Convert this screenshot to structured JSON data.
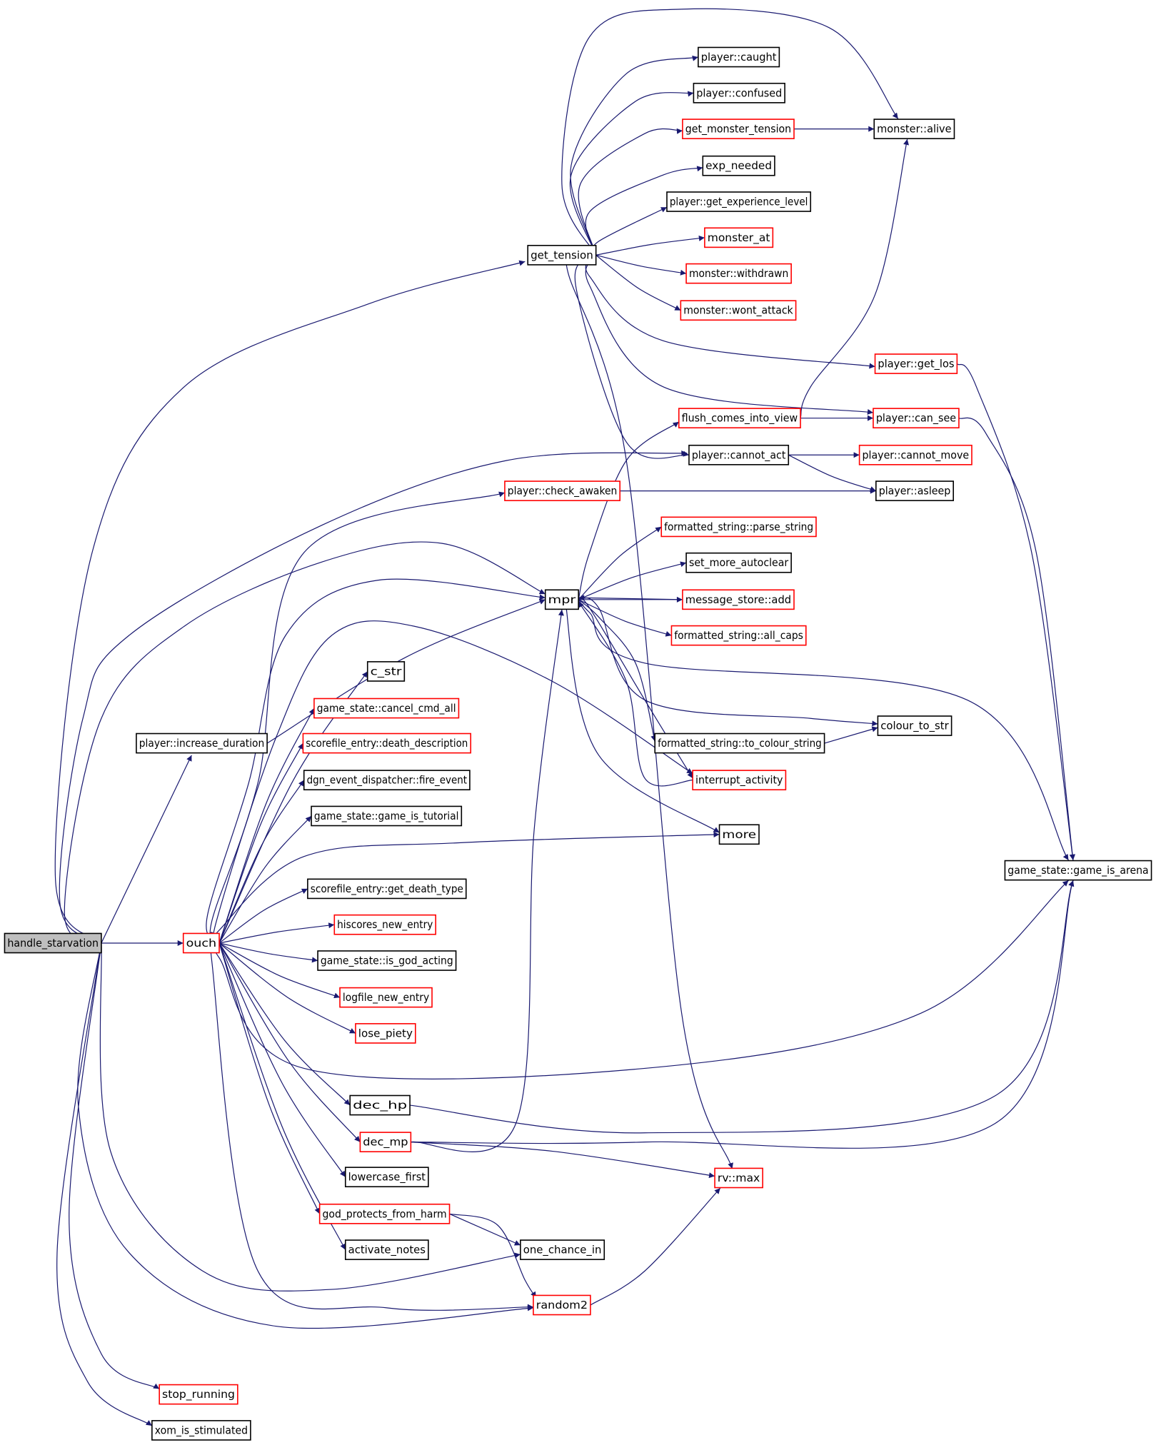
{
  "colors": {
    "edge": "#191970",
    "border_normal": "#000000",
    "border_red": "#ff0000",
    "root_fill": "#bfbfbf"
  },
  "nodes": [
    {
      "id": "handle_starvation",
      "label": "handle_starvation",
      "style": "root"
    },
    {
      "id": "get_tension",
      "label": "get_tension",
      "style": "black"
    },
    {
      "id": "player_increase_duration",
      "label": "player::increase_duration",
      "style": "black"
    },
    {
      "id": "ouch",
      "label": "ouch",
      "style": "red"
    },
    {
      "id": "stop_running",
      "label": "stop_running",
      "style": "red"
    },
    {
      "id": "xom_is_stimulated",
      "label": "xom_is_stimulated",
      "style": "black"
    },
    {
      "id": "player_caught",
      "label": "player::caught",
      "style": "black"
    },
    {
      "id": "player_confused",
      "label": "player::confused",
      "style": "black"
    },
    {
      "id": "get_monster_tension",
      "label": "get_monster_tension",
      "style": "red"
    },
    {
      "id": "monster_alive",
      "label": "monster::alive",
      "style": "black"
    },
    {
      "id": "exp_needed",
      "label": "exp_needed",
      "style": "black"
    },
    {
      "id": "player_get_experience_level",
      "label": "player::get_experience_level",
      "style": "black"
    },
    {
      "id": "monster_at",
      "label": "monster_at",
      "style": "red"
    },
    {
      "id": "monster_withdrawn",
      "label": "monster::withdrawn",
      "style": "red"
    },
    {
      "id": "monster_wont_attack",
      "label": "monster::wont_attack",
      "style": "red"
    },
    {
      "id": "player_get_los",
      "label": "player::get_los",
      "style": "red"
    },
    {
      "id": "flush_comes_into_view",
      "label": "flush_comes_into_view",
      "style": "red"
    },
    {
      "id": "player_can_see",
      "label": "player::can_see",
      "style": "red"
    },
    {
      "id": "player_cannot_act",
      "label": "player::cannot_act",
      "style": "black"
    },
    {
      "id": "player_cannot_move",
      "label": "player::cannot_move",
      "style": "red"
    },
    {
      "id": "player_check_awaken",
      "label": "player::check_awaken",
      "style": "red"
    },
    {
      "id": "player_asleep",
      "label": "player::asleep",
      "style": "black"
    },
    {
      "id": "formatted_string_parse_string",
      "label": "formatted_string::parse_string",
      "style": "red"
    },
    {
      "id": "set_more_autoclear",
      "label": "set_more_autoclear",
      "style": "black"
    },
    {
      "id": "mpr",
      "label": "mpr",
      "style": "black"
    },
    {
      "id": "message_store_add",
      "label": "message_store::add",
      "style": "red"
    },
    {
      "id": "formatted_string_all_caps",
      "label": "formatted_string::all_caps",
      "style": "red"
    },
    {
      "id": "c_str",
      "label": "c_str",
      "style": "black"
    },
    {
      "id": "game_state_cancel_cmd_all",
      "label": "game_state::cancel_cmd_all",
      "style": "red"
    },
    {
      "id": "colour_to_str",
      "label": "colour_to_str",
      "style": "black"
    },
    {
      "id": "scorefile_entry_death_description",
      "label": "scorefile_entry::death_description",
      "style": "red"
    },
    {
      "id": "formatted_string_to_colour_string",
      "label": "formatted_string::to_colour_string",
      "style": "black"
    },
    {
      "id": "dgn_event_dispatcher_fire_event",
      "label": "dgn_event_dispatcher::fire_event",
      "style": "black"
    },
    {
      "id": "interrupt_activity",
      "label": "interrupt_activity",
      "style": "red"
    },
    {
      "id": "game_state_game_is_tutorial",
      "label": "game_state::game_is_tutorial",
      "style": "black"
    },
    {
      "id": "more",
      "label": "more",
      "style": "black"
    },
    {
      "id": "game_state_game_is_arena",
      "label": "game_state::game_is_arena",
      "style": "black"
    },
    {
      "id": "scorefile_entry_get_death_type",
      "label": "scorefile_entry::get_death_type",
      "style": "black"
    },
    {
      "id": "hiscores_new_entry",
      "label": "hiscores_new_entry",
      "style": "red"
    },
    {
      "id": "game_state_is_god_acting",
      "label": "game_state::is_god_acting",
      "style": "black"
    },
    {
      "id": "logfile_new_entry",
      "label": "logfile_new_entry",
      "style": "red"
    },
    {
      "id": "lose_piety",
      "label": "lose_piety",
      "style": "red"
    },
    {
      "id": "dec_hp",
      "label": "dec_hp",
      "style": "black"
    },
    {
      "id": "dec_mp",
      "label": "dec_mp",
      "style": "red"
    },
    {
      "id": "rv_max",
      "label": "rv::max",
      "style": "red"
    },
    {
      "id": "lowercase_first",
      "label": "lowercase_first",
      "style": "black"
    },
    {
      "id": "god_protects_from_harm",
      "label": "god_protects_from_harm",
      "style": "red"
    },
    {
      "id": "activate_notes",
      "label": "activate_notes",
      "style": "black"
    },
    {
      "id": "one_chance_in",
      "label": "one_chance_in",
      "style": "black"
    },
    {
      "id": "random2",
      "label": "random2",
      "style": "red"
    }
  ],
  "edges": [
    [
      "handle_starvation",
      "get_tension"
    ],
    [
      "handle_starvation",
      "player_cannot_act"
    ],
    [
      "handle_starvation",
      "mpr"
    ],
    [
      "handle_starvation",
      "player_increase_duration"
    ],
    [
      "handle_starvation",
      "ouch"
    ],
    [
      "handle_starvation",
      "one_chance_in"
    ],
    [
      "handle_starvation",
      "random2"
    ],
    [
      "handle_starvation",
      "stop_running"
    ],
    [
      "handle_starvation",
      "xom_is_stimulated"
    ],
    [
      "get_tension",
      "player_caught"
    ],
    [
      "get_tension",
      "player_confused"
    ],
    [
      "get_tension",
      "get_monster_tension"
    ],
    [
      "get_tension",
      "monster_alive"
    ],
    [
      "get_tension",
      "exp_needed"
    ],
    [
      "get_tension",
      "player_get_experience_level"
    ],
    [
      "get_tension",
      "monster_at"
    ],
    [
      "get_tension",
      "monster_withdrawn"
    ],
    [
      "get_tension",
      "monster_wont_attack"
    ],
    [
      "get_tension",
      "player_get_los"
    ],
    [
      "get_tension",
      "player_can_see"
    ],
    [
      "get_tension",
      "player_cannot_act"
    ],
    [
      "get_tension",
      "rv_max"
    ],
    [
      "get_monster_tension",
      "monster_alive"
    ],
    [
      "flush_comes_into_view",
      "monster_alive"
    ],
    [
      "flush_comes_into_view",
      "player_can_see"
    ],
    [
      "player_cannot_act",
      "player_cannot_move"
    ],
    [
      "player_cannot_act",
      "player_asleep"
    ],
    [
      "player_check_awaken",
      "player_asleep"
    ],
    [
      "player_increase_duration",
      "mpr"
    ],
    [
      "mpr",
      "flush_comes_into_view"
    ],
    [
      "mpr",
      "formatted_string_parse_string"
    ],
    [
      "mpr",
      "set_more_autoclear"
    ],
    [
      "mpr",
      "message_store_add"
    ],
    [
      "mpr",
      "formatted_string_all_caps"
    ],
    [
      "mpr",
      "colour_to_str"
    ],
    [
      "mpr",
      "formatted_string_to_colour_string"
    ],
    [
      "mpr",
      "interrupt_activity"
    ],
    [
      "mpr",
      "more"
    ],
    [
      "mpr",
      "game_state_game_is_arena"
    ],
    [
      "message_store_add",
      "mpr"
    ],
    [
      "formatted_string_to_colour_string",
      "colour_to_str"
    ],
    [
      "interrupt_activity",
      "mpr"
    ],
    [
      "player_get_los",
      "game_state_game_is_arena"
    ],
    [
      "player_can_see",
      "game_state_game_is_arena"
    ],
    [
      "ouch",
      "player_check_awaken"
    ],
    [
      "ouch",
      "mpr"
    ],
    [
      "ouch",
      "c_str"
    ],
    [
      "ouch",
      "game_state_cancel_cmd_all"
    ],
    [
      "ouch",
      "scorefile_entry_death_description"
    ],
    [
      "ouch",
      "dgn_event_dispatcher_fire_event"
    ],
    [
      "ouch",
      "interrupt_activity"
    ],
    [
      "ouch",
      "game_state_game_is_tutorial"
    ],
    [
      "ouch",
      "more"
    ],
    [
      "ouch",
      "scorefile_entry_get_death_type"
    ],
    [
      "ouch",
      "hiscores_new_entry"
    ],
    [
      "ouch",
      "game_state_is_god_acting"
    ],
    [
      "ouch",
      "logfile_new_entry"
    ],
    [
      "ouch",
      "lose_piety"
    ],
    [
      "ouch",
      "game_state_game_is_arena"
    ],
    [
      "ouch",
      "dec_hp"
    ],
    [
      "ouch",
      "dec_mp"
    ],
    [
      "ouch",
      "lowercase_first"
    ],
    [
      "ouch",
      "god_protects_from_harm"
    ],
    [
      "ouch",
      "activate_notes"
    ],
    [
      "ouch",
      "random2"
    ],
    [
      "dec_hp",
      "game_state_game_is_arena"
    ],
    [
      "dec_mp",
      "mpr"
    ],
    [
      "dec_mp",
      "game_state_game_is_arena"
    ],
    [
      "dec_mp",
      "rv_max"
    ],
    [
      "god_protects_from_harm",
      "one_chance_in"
    ],
    [
      "god_protects_from_harm",
      "random2"
    ],
    [
      "random2",
      "rv_max"
    ]
  ]
}
